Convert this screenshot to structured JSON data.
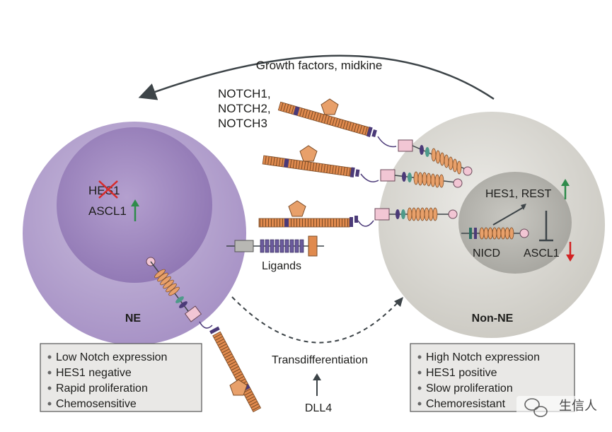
{
  "top_arrow_label": "Growth factors, midkine",
  "receptor_label_lines": [
    "NOTCH1,",
    "NOTCH2,",
    "NOTCH3"
  ],
  "ne_cell": {
    "name": "NE",
    "nucleus_genes": [
      "HES1",
      "ASCL1"
    ],
    "hes1_state": "crossed-out",
    "ascl1_trend": "up",
    "properties": [
      "Low Notch expression",
      "HES1 negative",
      "Rapid proliferation",
      "Chemosensitive"
    ]
  },
  "non_ne_cell": {
    "name": "Non-NE",
    "nucleus_text": [
      "HES1, REST",
      "NICD",
      "ASCL1"
    ],
    "hes1_rest_trend": "up",
    "ascl1_trend": "down",
    "properties": [
      "High Notch expression",
      "HES1 positive",
      "Slow proliferation",
      "Chemoresistant"
    ]
  },
  "ligands_label": "Ligands",
  "transdifferentiation_label": "Transdifferentiation",
  "dll4_label": "DLL4",
  "watermark_text": "生信人",
  "colors": {
    "ne_cell": "#b7a6cf",
    "ne_nucleus": "#9e87bd",
    "non_ne_cell": "#dcdad4",
    "non_ne_nucleus": "#b9b8b2",
    "notch_orange": "#e08a4e",
    "dark_purple": "#4b3a78",
    "pink": "#f2c6d4",
    "teal": "#4e9a8a",
    "arrow_up": "#2e8b4b",
    "arrow_down": "#d22222",
    "cross": "#d82a2a",
    "box_fill": "#e9e8e6",
    "arrow_dark": "#3d4448"
  }
}
